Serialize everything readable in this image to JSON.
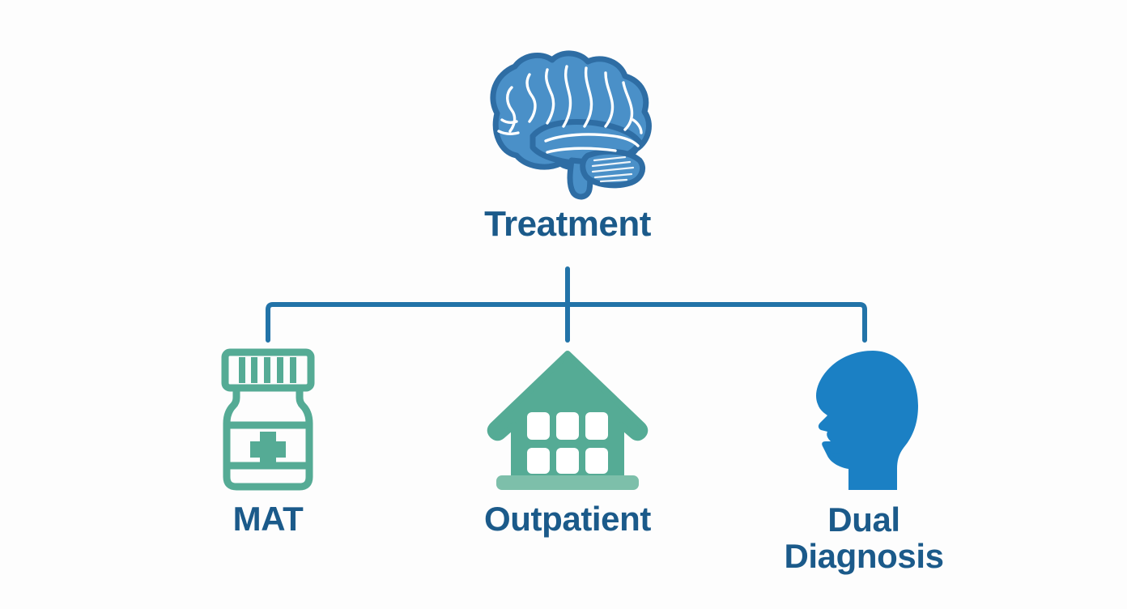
{
  "diagram": {
    "title": "Treatment",
    "type": "tree",
    "background_color": "#fdfdfd",
    "root": {
      "label": "Treatment",
      "icon": "brain-icon",
      "icon_colors": {
        "fill": "#4a90c8",
        "outline": "#2e6da4",
        "detail": "#ffffff"
      }
    },
    "branches": [
      {
        "label": "MAT",
        "icon": "pill-bottle-icon",
        "icon_color": "#55ab95",
        "icon_style": "outline"
      },
      {
        "label": "Outpatient",
        "icon": "house-icon",
        "icon_color": "#55ab95",
        "icon_style": "solid"
      },
      {
        "label": "Dual Diagnosis",
        "label_lines": [
          "Dual",
          "Diagnosis"
        ],
        "icon": "head-profile-icon",
        "icon_color": "#1b80c4",
        "icon_style": "solid"
      }
    ],
    "connector": {
      "color": "#2273a8",
      "stroke_width": 6
    },
    "label_color": "#1b5a8a"
  }
}
